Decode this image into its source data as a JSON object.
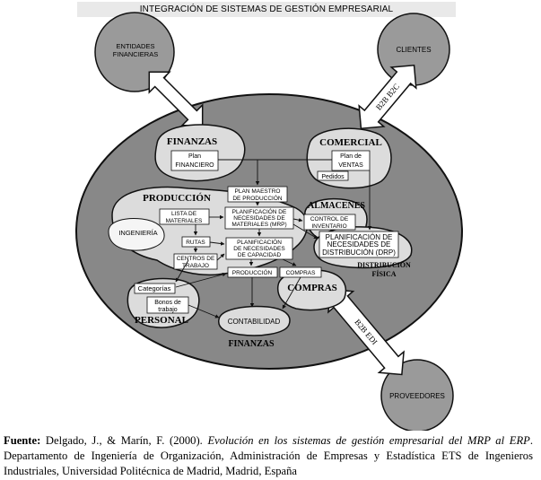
{
  "title": "INTEGRACIÓN DE SISTEMAS DE GESTIÓN EMPRESARIAL",
  "external": {
    "entidades": [
      "ENTIDADES",
      "FINANCIERAS"
    ],
    "clientes": "CLIENTES",
    "proveedores": "PROVEEDORES",
    "b2b_b2c": "B2B B2C",
    "b2b_edi": "B2B EDI"
  },
  "areas": {
    "finanzas_top": "FINANZAS",
    "comercial": "COMERCIAL",
    "produccion": "PRODUCCIÓN",
    "almacenes": "ALMACENES",
    "compras": "COMPRAS",
    "personal": "PERSONAL",
    "finanzas_bottom": "FINANZAS",
    "distribucion": [
      "DISTRIBUCIÓN",
      "FÍSICA"
    ],
    "ingenieria": "INGENIERÍA"
  },
  "boxes": {
    "plan_financiero": [
      "Plan",
      "FINANCIERO"
    ],
    "plan_ventas": [
      "Plan de",
      "VENTAS"
    ],
    "pedidos": "Pedidos",
    "plan_maestro": [
      "PLAN MAESTRO",
      "DE PRODUCCIÓN"
    ],
    "lista_materiales": [
      "LISTA DE",
      "MATERIALES"
    ],
    "mrp": [
      "PLANIFICACIÓN DE",
      "NECESIDADES DE",
      "MATERIALES (MRP)"
    ],
    "control_inventario": [
      "CONTROL DE",
      "INVENTARIO"
    ],
    "drp": [
      "PLANIFICACIÓN DE",
      "NECESIDADES DE",
      "DISTRIBUCIÓN (DRP)"
    ],
    "rutas": "RUTAS",
    "capacidad": [
      "PLANIFICACIÓN",
      "DE NECESIDADES",
      "DE CAPACIDAD"
    ],
    "centros": [
      "CENTROS DE",
      "TRABAJO"
    ],
    "produccion_box": "PRODUCCIÓN",
    "compras_box": "COMPRAS",
    "categorias": "Categorías",
    "bonos": [
      "Bonos de",
      "trabajo"
    ],
    "contabilidad": "CONTABILIDAD"
  },
  "caption": {
    "label": "Fuente:",
    "authors": " Delgado, J., & Marín, F. (2000). ",
    "work": "Evolución en los sistemas de gestión empresarial del MRP al ERP",
    "rest": ". Departamento de Ingeniería de Organización, Administración de Empresas y Estadística ETS de Ingenieros Industriales, Universidad Politécnica de Madrid, Madrid, España"
  }
}
